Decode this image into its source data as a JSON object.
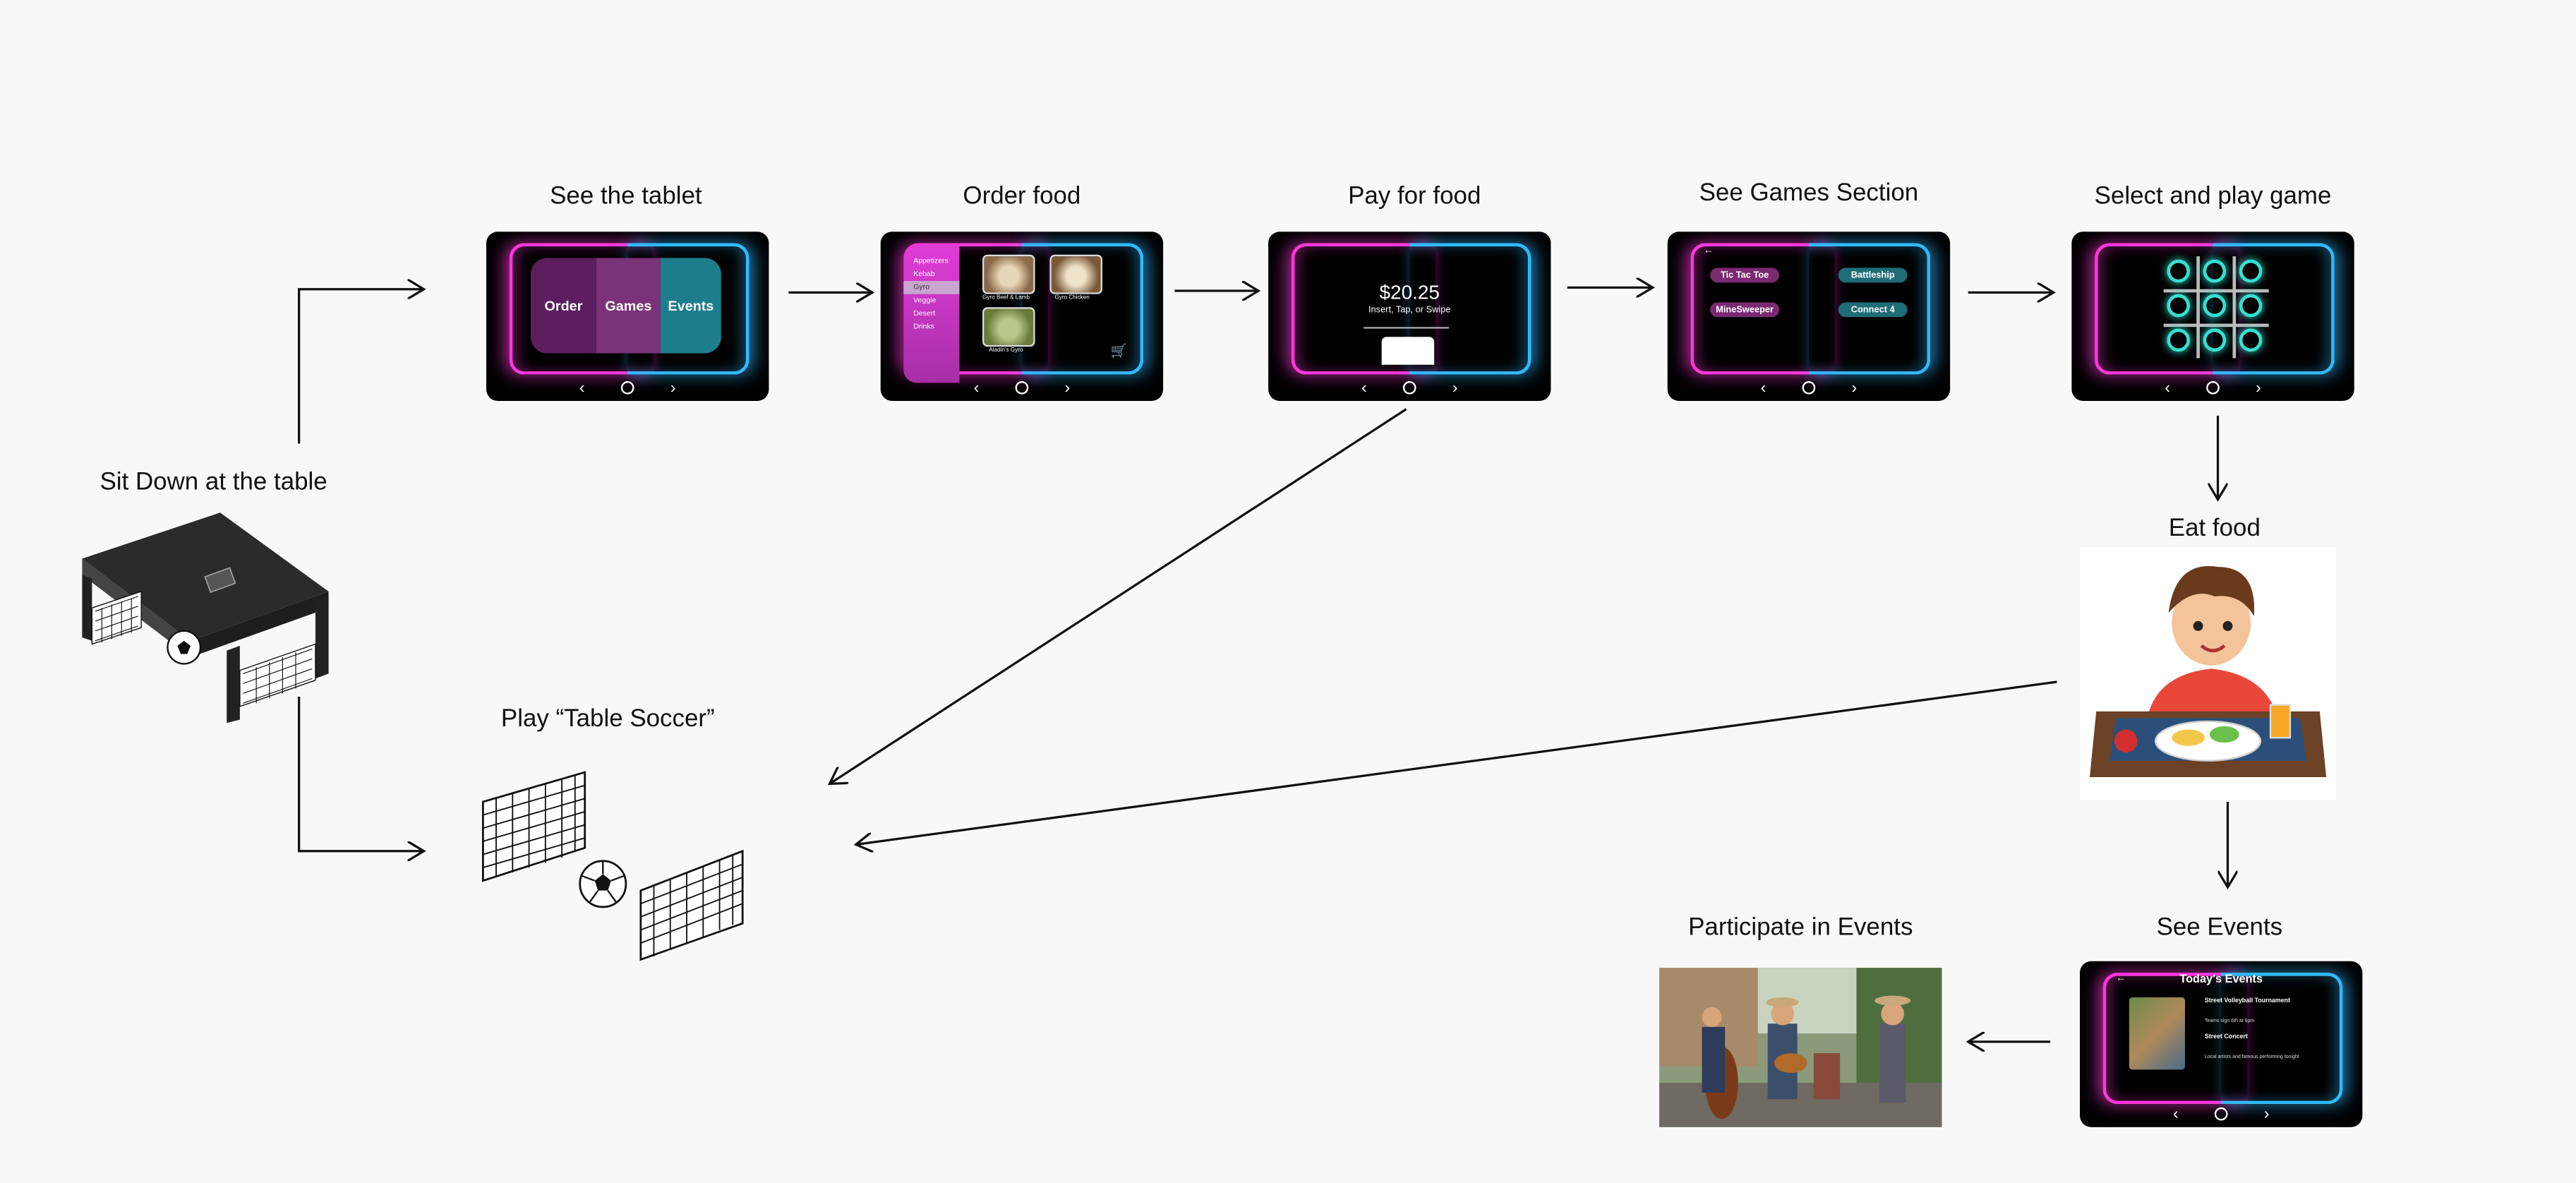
{
  "steps": {
    "sit_down": "Sit Down at the table",
    "see_tablet": "See the tablet",
    "order_food": "Order food",
    "pay_food": "Pay for food",
    "see_games": "See Games Section",
    "select_game": "Select and play game",
    "eat_food": "Eat food",
    "see_events": "See Events",
    "participate": "Participate in Events",
    "play_soccer": "Play “Table Soccer”"
  },
  "tablet_home": {
    "tiles": [
      "Order",
      "Games",
      "Events"
    ]
  },
  "order_screen": {
    "categories": [
      "Appetizers",
      "Kebab",
      "Gyro",
      "Veggie",
      "Desert",
      "Drinks"
    ],
    "selected_category": "Gyro",
    "items": [
      "Gyro Beef & Lamb",
      "Gyro Chicken",
      "Aladin's Gyro"
    ]
  },
  "pay_screen": {
    "amount": "$20.25",
    "instruction": "Insert, Tap, or Swipe"
  },
  "games_screen": {
    "games": [
      "Tic Tac Toe",
      "Battleship",
      "MineSweeper",
      "Connect 4"
    ]
  },
  "events_screen": {
    "title": "Today's Events",
    "events": [
      {
        "name": "Street Volleyball Tournament",
        "details": "Teams sign 6th at 6pm"
      },
      {
        "name": "Street Concert",
        "details": "Local artists and famous performing tonight"
      }
    ]
  },
  "colors": {
    "pink": "#ff37dc",
    "blue": "#32b8ff",
    "teal": "#1e7d8c",
    "purple": "#5c1e5e"
  }
}
